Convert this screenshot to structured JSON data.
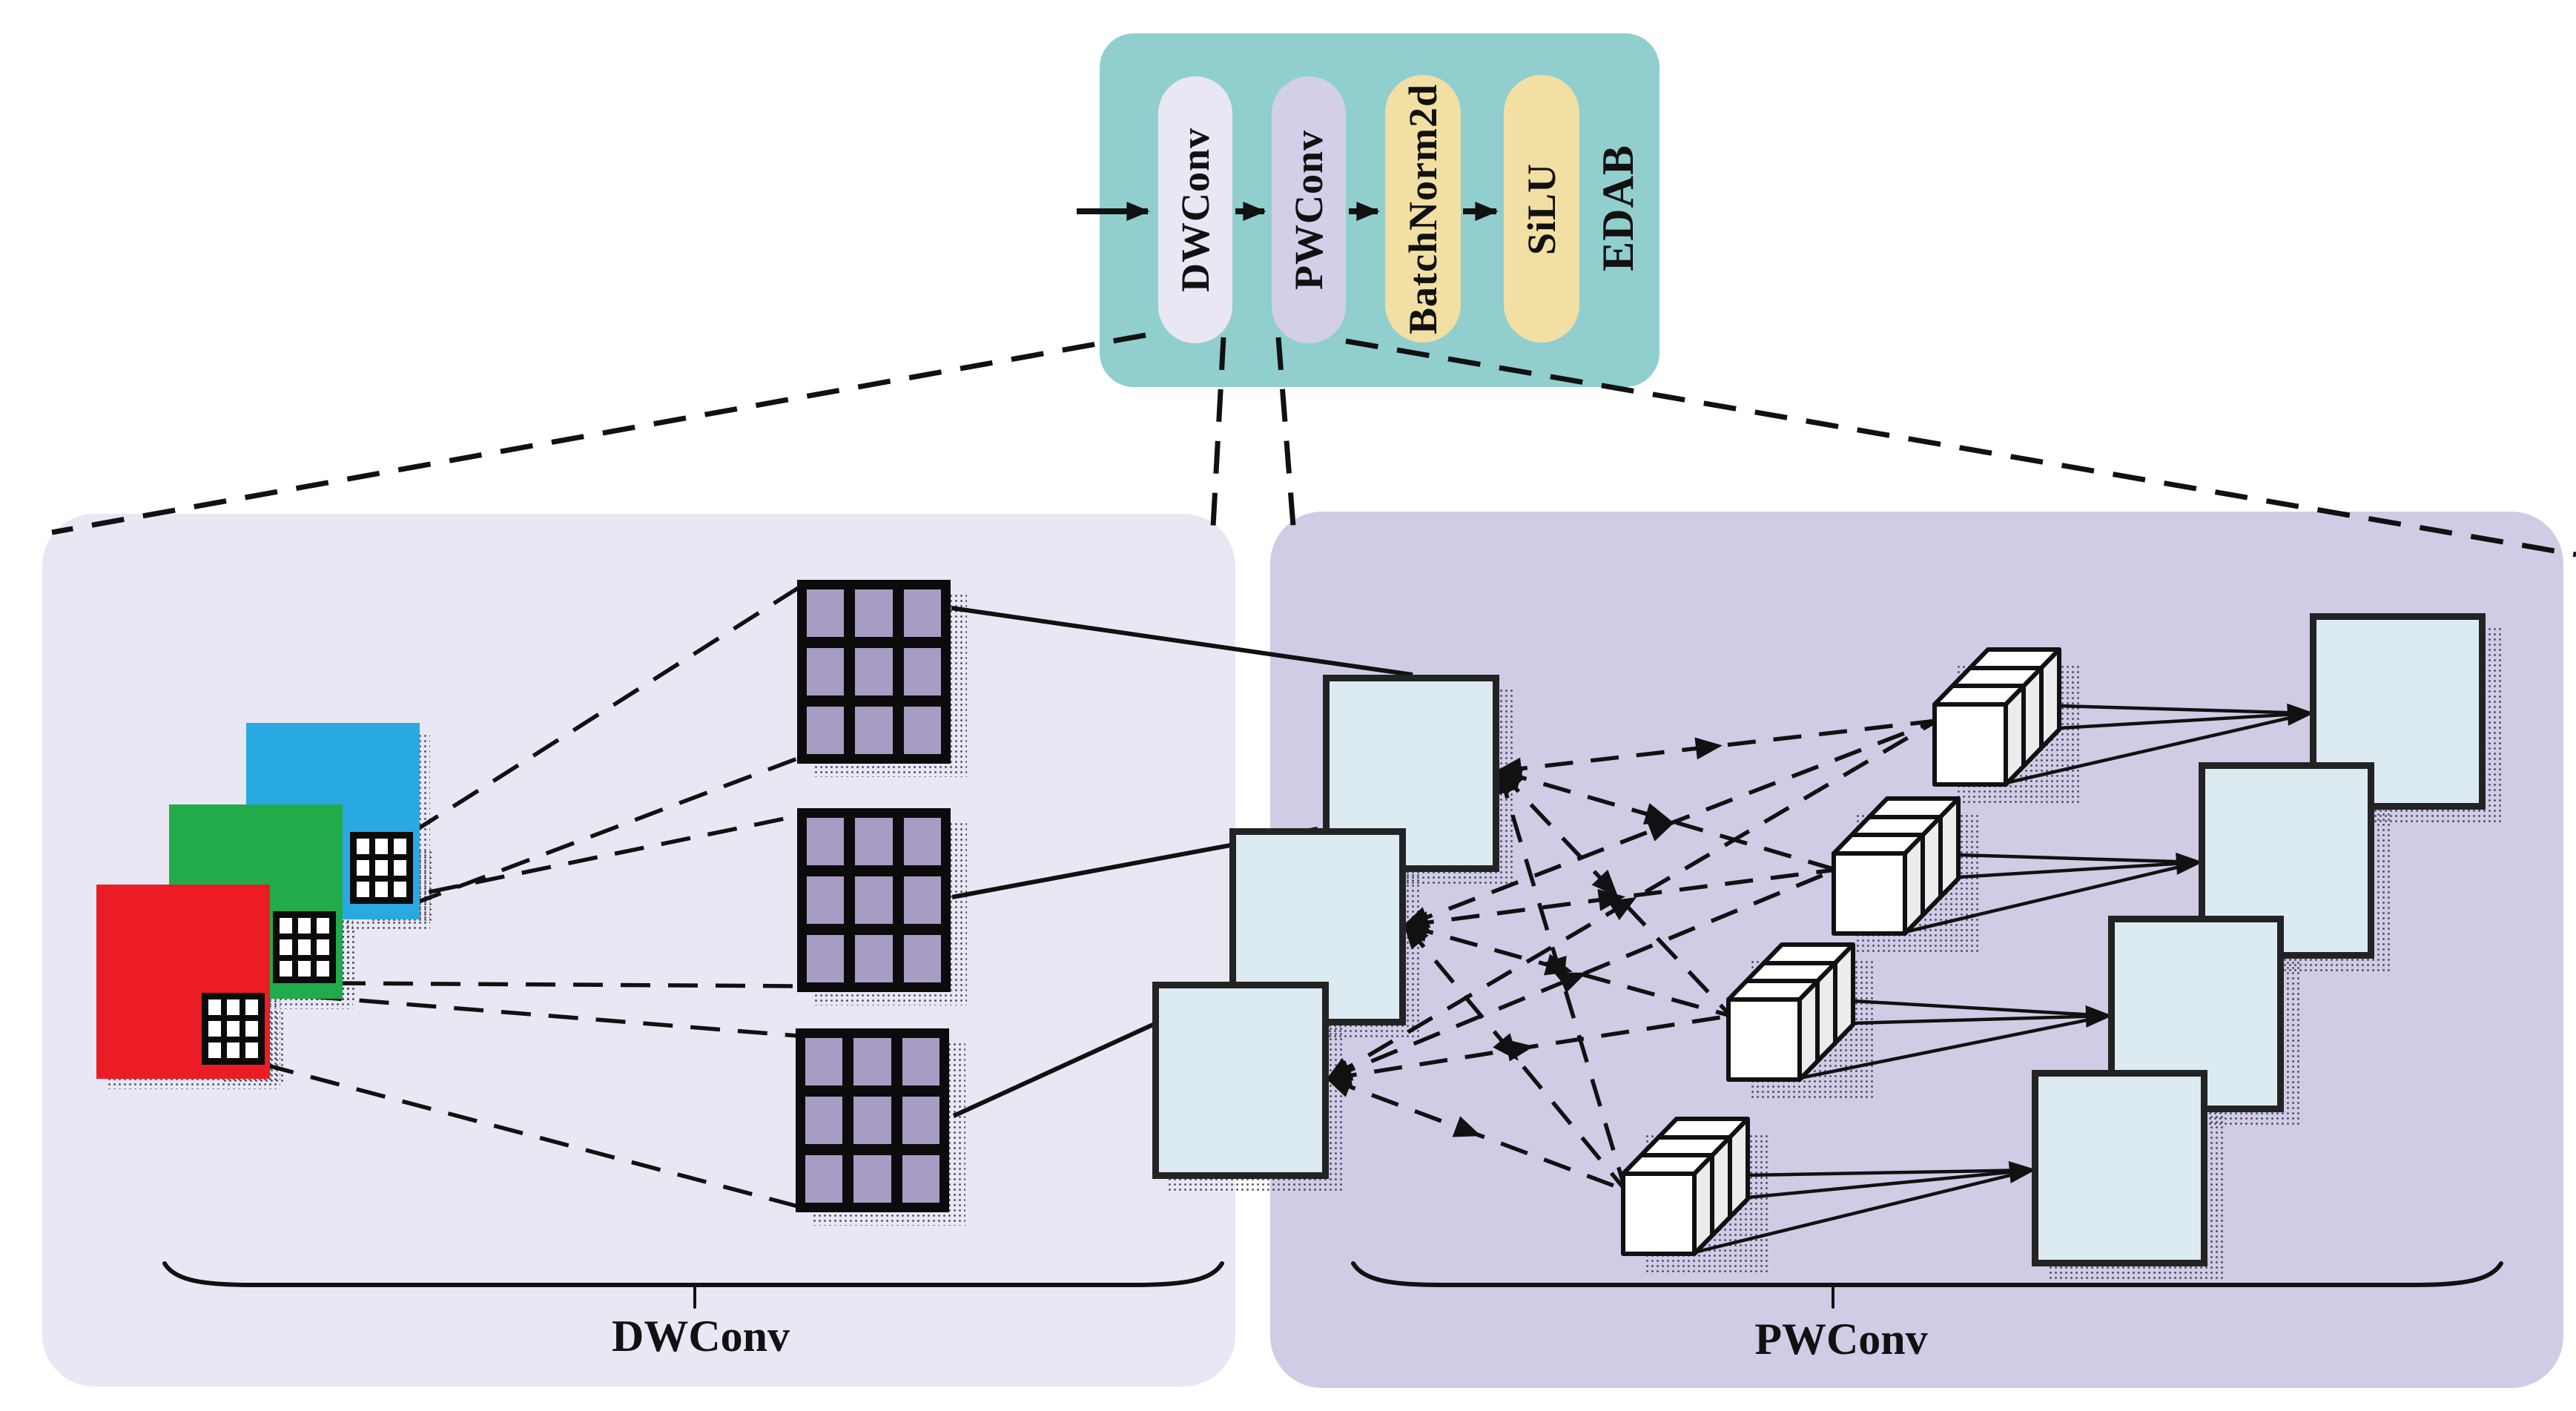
{
  "edab": {
    "label": "EDAB",
    "pills": [
      {
        "label": "DWConv"
      },
      {
        "label": "PWConv"
      },
      {
        "label": "BatchNorm2d"
      },
      {
        "label": "SiLU"
      }
    ]
  },
  "panels": {
    "dwconv": {
      "caption": "DWConv"
    },
    "pwconv": {
      "caption": "PWConv"
    }
  },
  "colors": {
    "teal": "#90cfcd",
    "pill-light": "#e9e7f3",
    "pill-purple": "#d3cfe8",
    "wheat": "#f2dfa3",
    "panel-left": "#e9e7f3",
    "panel-right": "#d0cce6",
    "map-blue": "#dcebf2",
    "kernel-purple": "#a89bc4",
    "channel-red": "#ec1c24",
    "channel-green": "#21ab4b",
    "channel-blue": "#29a9e1",
    "ink": "#111111"
  }
}
